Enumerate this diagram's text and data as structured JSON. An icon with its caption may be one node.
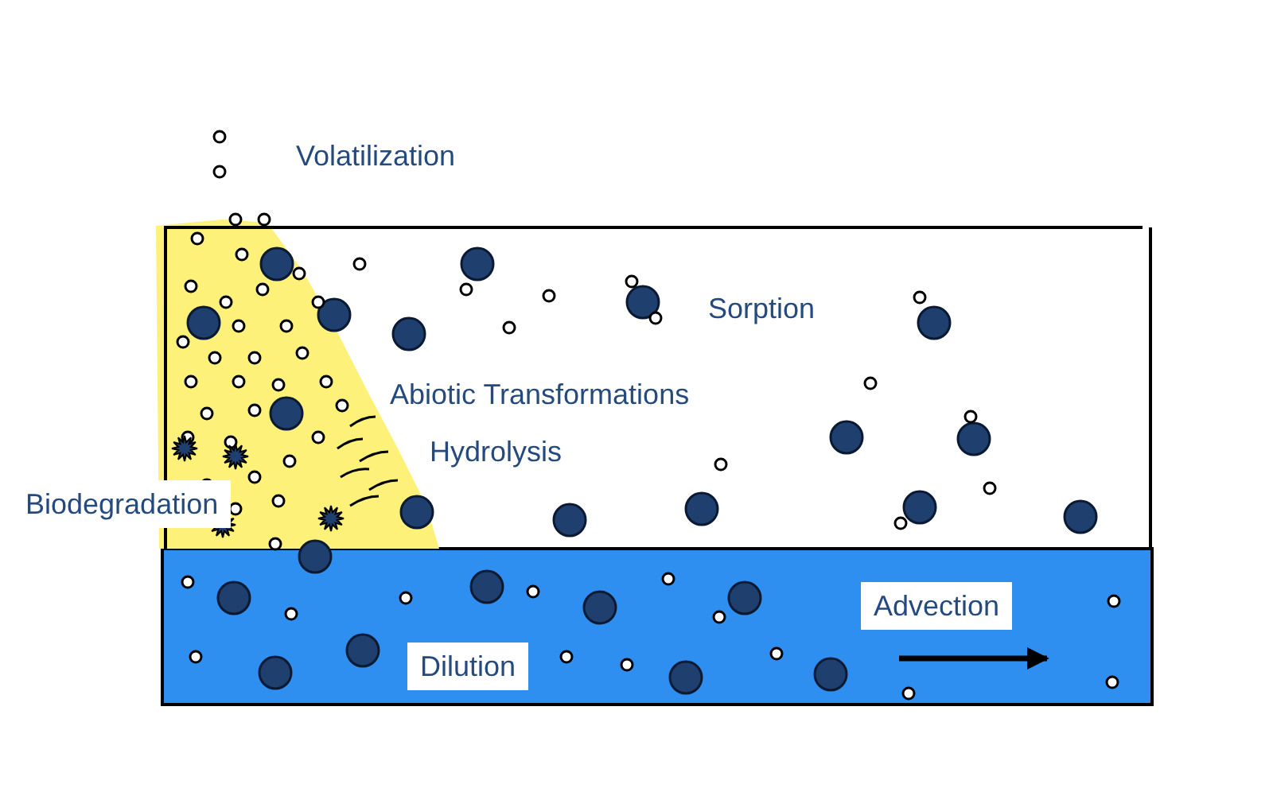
{
  "diagram": {
    "labels": [
      "Volatilization",
      "Sorption",
      "Abiotic Transformations",
      "Hydrolysis",
      "Biodegradation",
      "Advection",
      "Dilution"
    ]
  }
}
